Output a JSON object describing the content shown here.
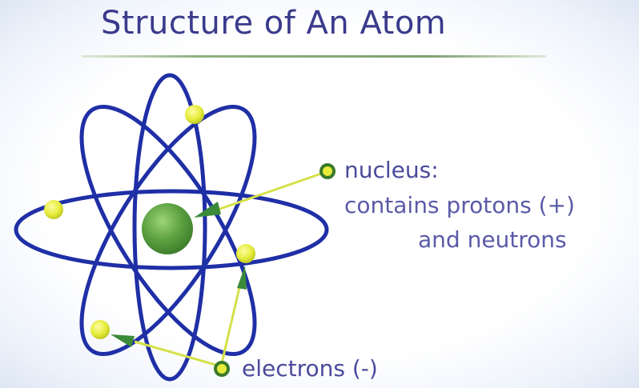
{
  "title": "Structure of An Atom",
  "labels": {
    "nucleus": "nucleus:",
    "contains": "contains protons (+)",
    "neutrons": "and neutrons",
    "electrons": "electrons (-)"
  },
  "colors": {
    "title": "#3a3a8c",
    "orbit": "#1f2fa6",
    "electron": "#e6ec3a",
    "nucleus": "#5aa040",
    "pointer": "#c8d84a",
    "label": "#5a5aa8"
  }
}
